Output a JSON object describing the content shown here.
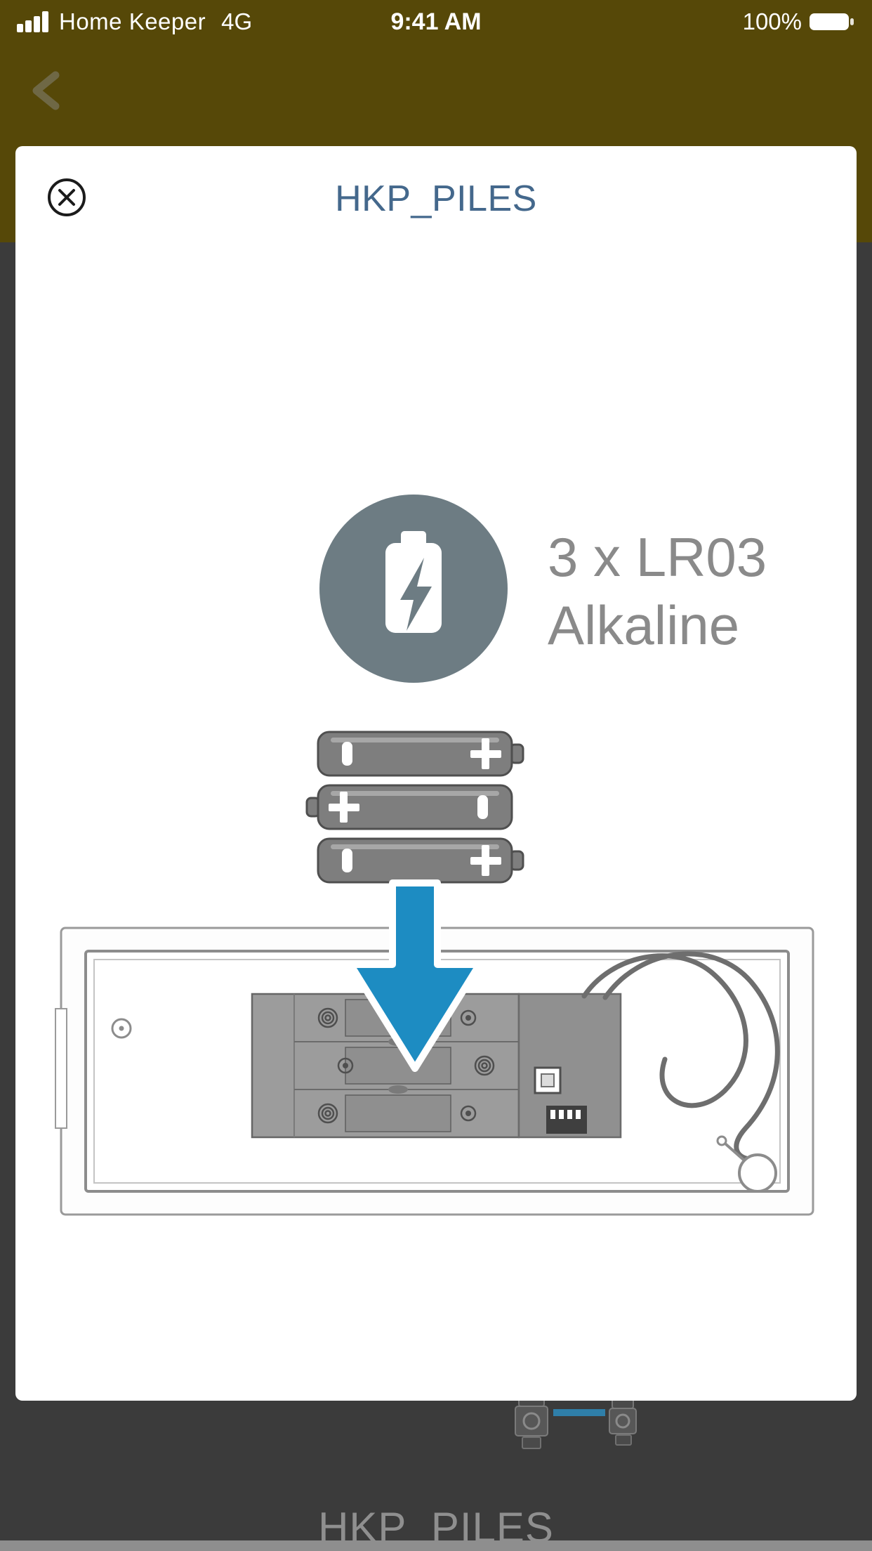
{
  "status_bar": {
    "carrier": "Home Keeper",
    "network": "4G",
    "time": "9:41 AM",
    "battery_percent": "100%"
  },
  "modal": {
    "title": "HKP_PILES",
    "spec_line1": "3 x LR03",
    "spec_line2": "Alkaline",
    "battery_count": 3,
    "battery_type": "LR03",
    "battery_chemistry": "Alkaline"
  },
  "background_page": {
    "title": "HKP_PILES"
  },
  "icons": {
    "back": "chevron-left-icon",
    "close": "close-circle-icon",
    "signal": "cell-signal-icon",
    "battery_status": "battery-full-icon",
    "battery_badge": "battery-bolt-icon",
    "insert_arrow": "arrow-down"
  },
  "colors": {
    "header_olive": "#564808",
    "modal_title_blue": "#44688C",
    "arrow_blue": "#1D8CC2",
    "badge_gray": "#6D7C83",
    "spec_text_gray": "#8A8A8A",
    "dim_background": "#3B3B3B"
  }
}
